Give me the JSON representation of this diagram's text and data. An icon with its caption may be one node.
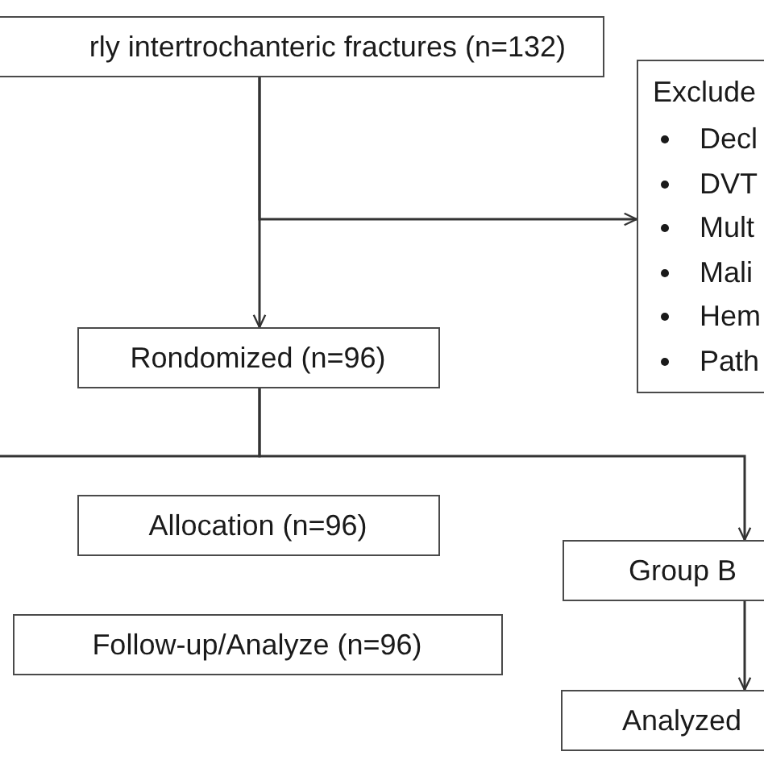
{
  "diagram": {
    "nodes": [
      {
        "text": [
          "rly intertrochanteric fractures (n=132)"
        ]
      },
      {
        "text": [
          "Exclude",
          "Decl",
          "DVT",
          "Mult",
          "Mali",
          "Hem",
          "Path"
        ]
      },
      {
        "text": [
          "Rondomized (n=96)"
        ]
      },
      {
        "text": [
          "Allocation (n=96)"
        ]
      },
      {
        "text": [
          "Group B"
        ]
      },
      {
        "text": [
          "Follow-up/Analyze (n=96)"
        ]
      },
      {
        "text": [
          "Analyzed"
        ]
      }
    ],
    "edges": [
      {
        "from": 0,
        "to": 2,
        "arrow": "to"
      },
      {
        "from": 0,
        "to": 1,
        "arrow": "to"
      },
      {
        "from": 2,
        "to": 4,
        "arrow": "to"
      },
      {
        "from": 2,
        "to": null,
        "arrow": "none"
      },
      {
        "from": 4,
        "to": 6,
        "arrow": "to"
      }
    ]
  }
}
